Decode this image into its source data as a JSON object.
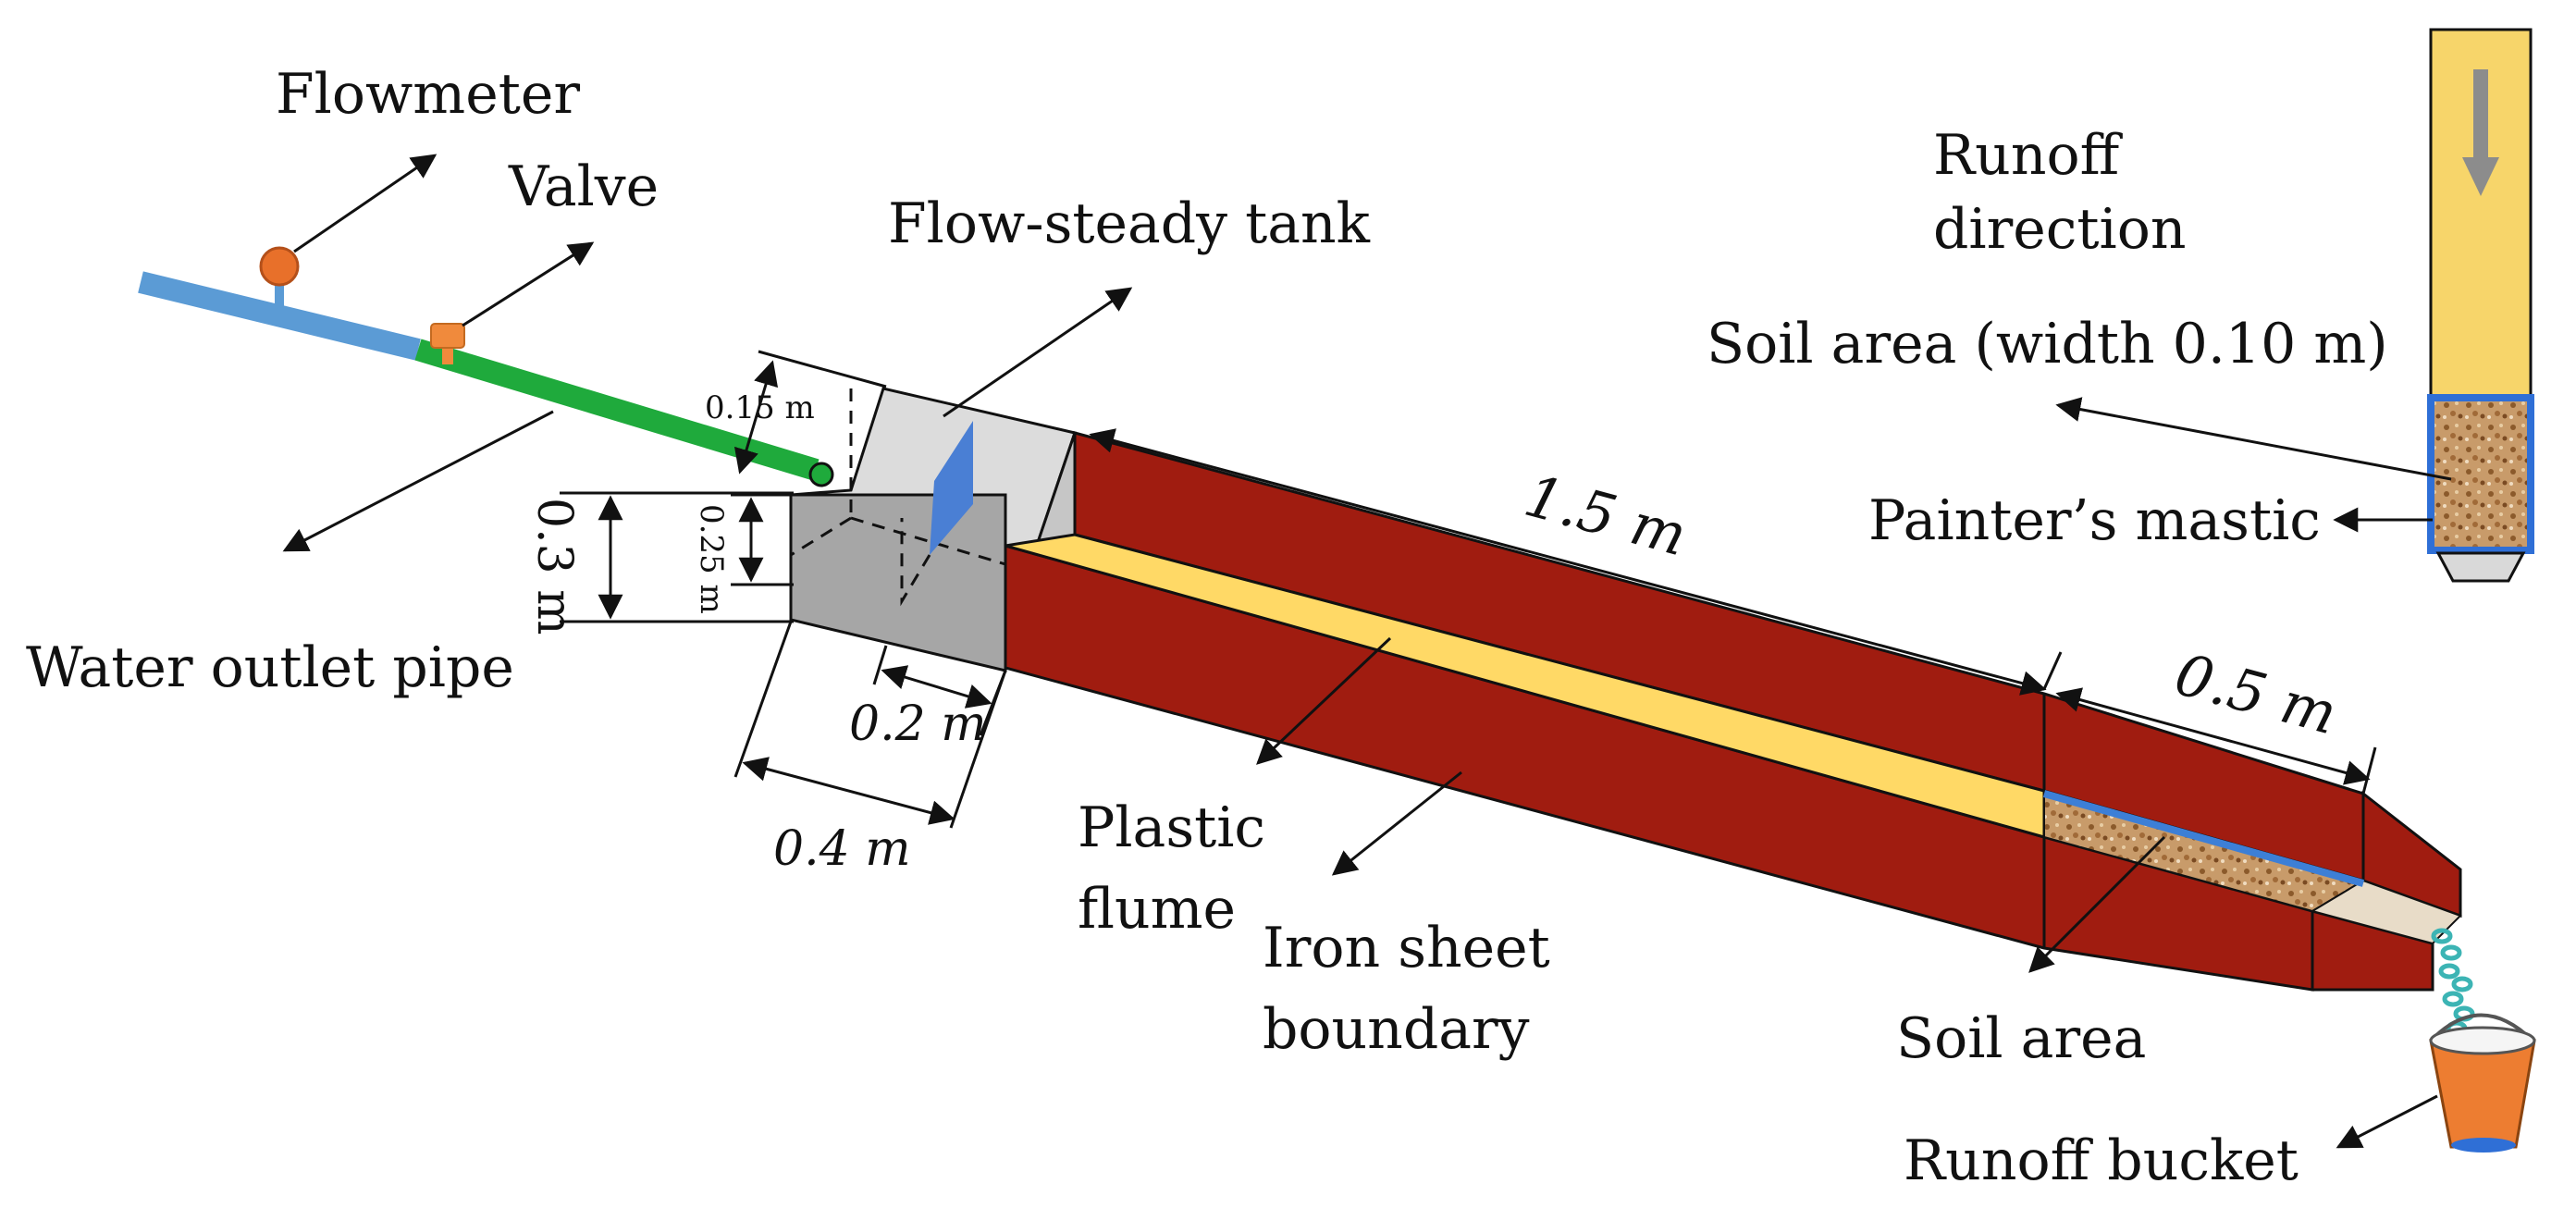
{
  "labels": {
    "flowmeter": "Flowmeter",
    "valve": "Valve",
    "flow_steady_tank": "Flow-steady tank",
    "water_outlet_pipe": "Water outlet pipe",
    "plastic_flume_1": "Plastic",
    "plastic_flume_2": "flume",
    "iron_sheet_1": "Iron sheet",
    "iron_sheet_2": "boundary",
    "soil_area": "Soil area",
    "runoff_bucket": "Runoff  bucket",
    "runoff_direction_1": "Runoff",
    "runoff_direction_2": "direction",
    "soil_area_width": "Soil area (width 0.10 m)",
    "painters_mastic": "Painter’s mastic"
  },
  "dimensions": {
    "d_0_15": "0.15 m",
    "d_0_25": "0.25 m",
    "d_0_3": "0.3 m",
    "d_0_2": "0.2 m",
    "d_0_4": "0.4 m",
    "d_1_5": "1.5 m",
    "d_0_5": "0.5 m"
  },
  "colors": {
    "pipe_blue": "#5b9bd5",
    "pipe_green": "#1faa3c",
    "flowmeter": "#e8702a",
    "valve": "#f08a3c",
    "tank_top": "#dcdcdc",
    "tank_front": "#a6a6a6",
    "iron_red": "#a01c10",
    "flume_yellow": "#ffd966",
    "soil_brown": "#c89b6a",
    "bucket_orange": "#ed7d31",
    "water_teal": "#3cb4b4"
  }
}
